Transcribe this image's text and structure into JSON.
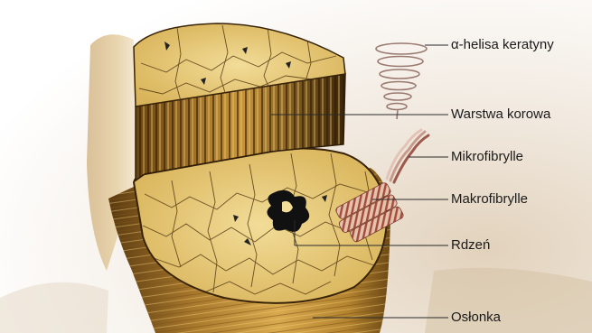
{
  "diagram": {
    "labels": [
      {
        "id": "alpha-helix",
        "text": "α-helisa keratyny"
      },
      {
        "id": "cortex",
        "text": "Warstwa korowa"
      },
      {
        "id": "microfibrils",
        "text": "Mikrofibrylle"
      },
      {
        "id": "macrofibrils",
        "text": "Makrofibrylle"
      },
      {
        "id": "medulla",
        "text": "Rdzeń"
      },
      {
        "id": "cuticle",
        "text": "Osłonka"
      }
    ]
  },
  "colors": {
    "cortex_gold": "#d9b45a",
    "dark_brown": "#3a2408",
    "fibril_red": "#a85a4a",
    "leader_line": "#2a2a2a",
    "label_text": "#1a1a1a"
  }
}
